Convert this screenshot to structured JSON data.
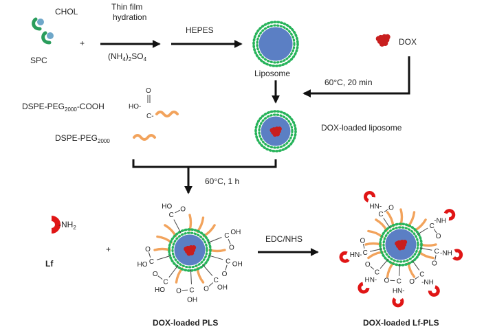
{
  "reagents": {
    "chol": "CHOL",
    "spc": "SPC",
    "plus_1": "+",
    "dox": "DOX",
    "dspe_peg_cooh": {
      "base": "DSPE-PEG",
      "sub": "2000",
      "tail": "-COOH"
    },
    "dspe_peg": {
      "base": "DSPE-PEG",
      "sub": "2000"
    },
    "cooh_ho": "HO-",
    "cooh_c": "C-",
    "cooh_o": "O",
    "lf_nh2": "-NH",
    "lf_nh2_sub": "2",
    "lf": "Lf",
    "plus_2": "+"
  },
  "steps": {
    "thin_film_line1": "Thin film",
    "thin_film_line2": "hydration",
    "ammonium_sulfate": {
      "a": "(NH",
      "s1": "4",
      "b": ")",
      "s2": "2",
      "c": "SO",
      "s3": "4"
    },
    "hepes": "HEPES",
    "load_conditions": "60°C, 20 min",
    "peg_conditions": "60°C, 1 h",
    "edc_nhs": "EDC/NHS"
  },
  "products": {
    "liposome": "Liposome",
    "dox_liposome": "DOX-loaded liposome",
    "dox_pls": "DOX-loaded PLS",
    "dox_lf_pls": "DOX-loaded Lf-PLS"
  },
  "chem_labels": {
    "o": "O",
    "oh": "OH",
    "ho": "HO",
    "c": "C",
    "hn": "HN-",
    "nh": "-NH"
  },
  "colors": {
    "core": "#5b7fc4",
    "bilayer": "#27b35a",
    "dox": "#c81e1e",
    "peg": "#f2a35c",
    "lf": "#e01515",
    "chol_head": "#2a9d5c",
    "spc_head": "#6fa7c9",
    "arrow": "#111111"
  }
}
